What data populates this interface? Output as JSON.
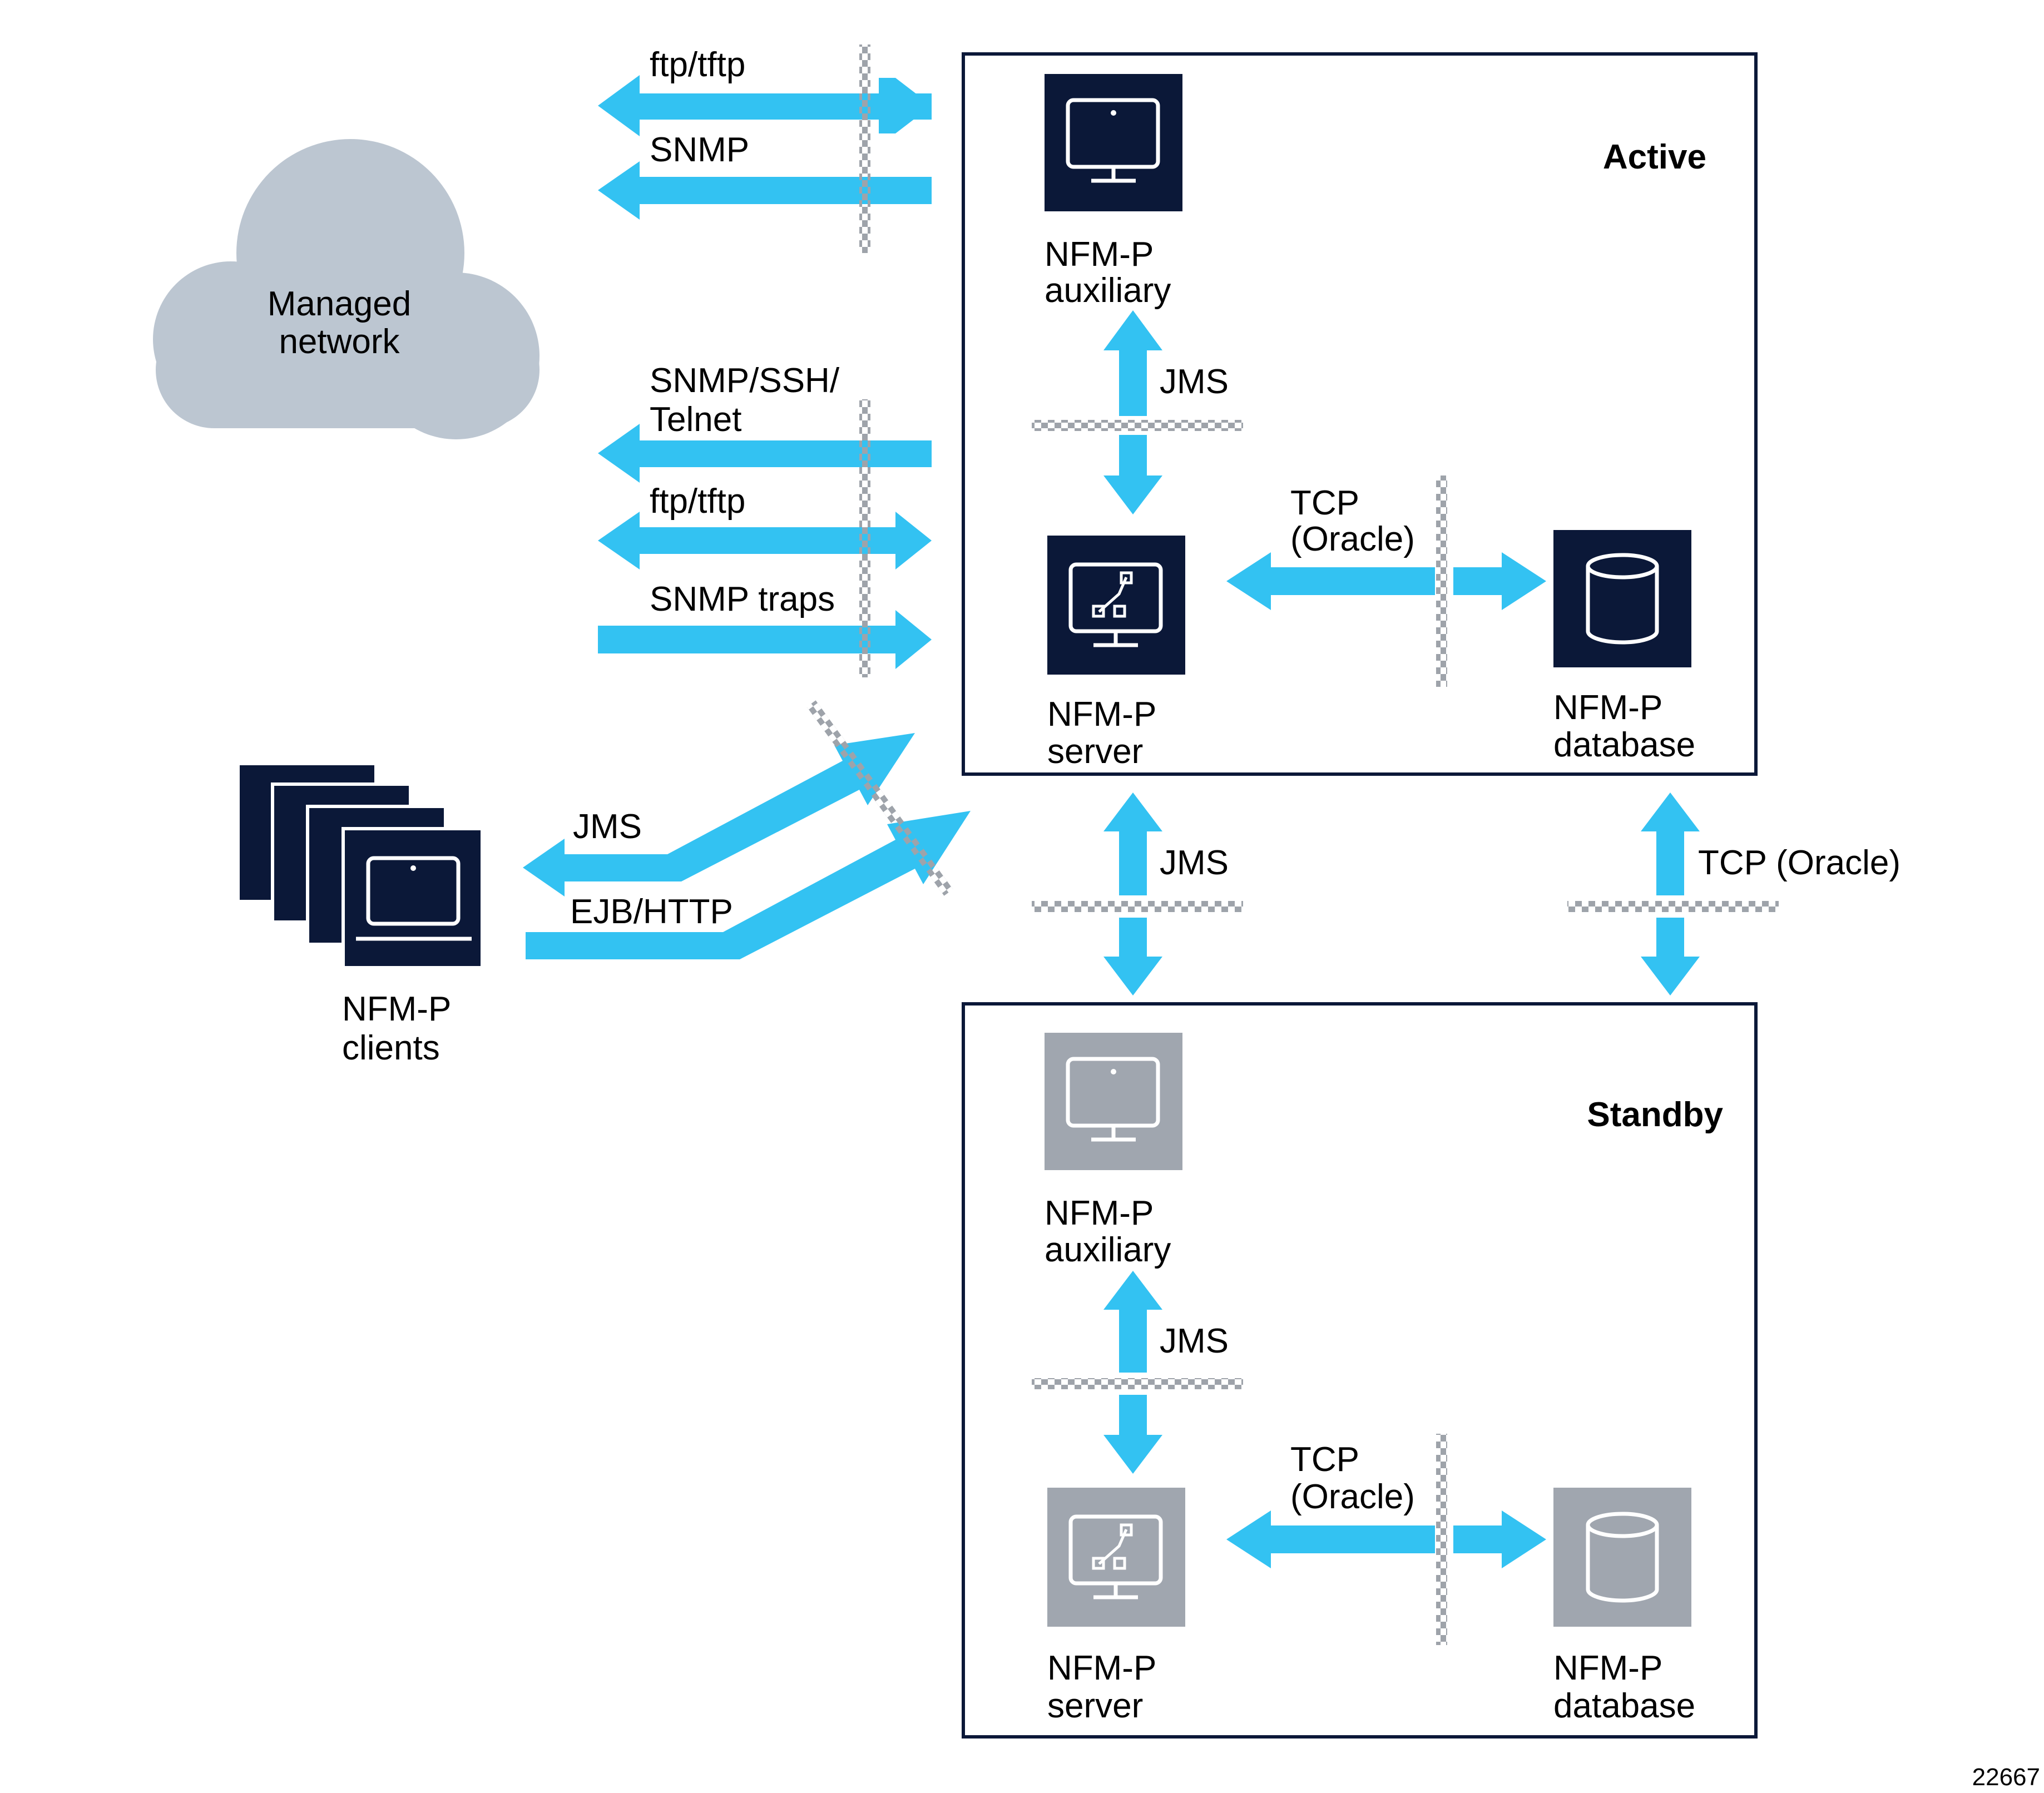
{
  "colors": {
    "arrow": "#33c2f2",
    "icon_active": "#0b1838",
    "icon_standby": "#a0a6af",
    "cloud": "#bcc6d1",
    "firewall": "#9ea3aa",
    "box_border": "#0b1838"
  },
  "cloud": {
    "line1": "Managed",
    "line2": "network",
    "icon": "cloud-icon"
  },
  "network_links": {
    "ftp_tftp_top": "ftp/tftp",
    "snmp": "SNMP",
    "snmp_ssh_line1": "SNMP/SSH/",
    "snmp_ssh_line2": "Telnet",
    "ftp_tftp_mid": "ftp/tftp",
    "snmp_traps": "SNMP traps"
  },
  "clients": {
    "label_line1": "NFM-P",
    "label_line2": "clients",
    "jms": "JMS",
    "ejb_http": "EJB/HTTP",
    "icon": "laptop-stack-icon"
  },
  "active": {
    "title": "Active",
    "auxiliary": {
      "line1": "NFM-P",
      "line2": "auxiliary",
      "icon": "monitor-icon"
    },
    "server": {
      "line1": "NFM-P",
      "line2": "server",
      "icon": "server-monitor-icon"
    },
    "database": {
      "line1": "NFM-P",
      "line2": "database",
      "icon": "database-icon"
    },
    "jms": "JMS",
    "tcp_line1": "TCP",
    "tcp_line2": "(Oracle)"
  },
  "between": {
    "jms": "JMS",
    "tcp_oracle": "TCP (Oracle)"
  },
  "standby": {
    "title": "Standby",
    "auxiliary": {
      "line1": "NFM-P",
      "line2": "auxiliary",
      "icon": "monitor-icon"
    },
    "server": {
      "line1": "NFM-P",
      "line2": "server",
      "icon": "server-monitor-icon"
    },
    "database": {
      "line1": "NFM-P",
      "line2": "database",
      "icon": "database-icon"
    },
    "jms": "JMS",
    "tcp_line1": "TCP",
    "tcp_line2": "(Oracle)"
  },
  "figure_id": "22667"
}
